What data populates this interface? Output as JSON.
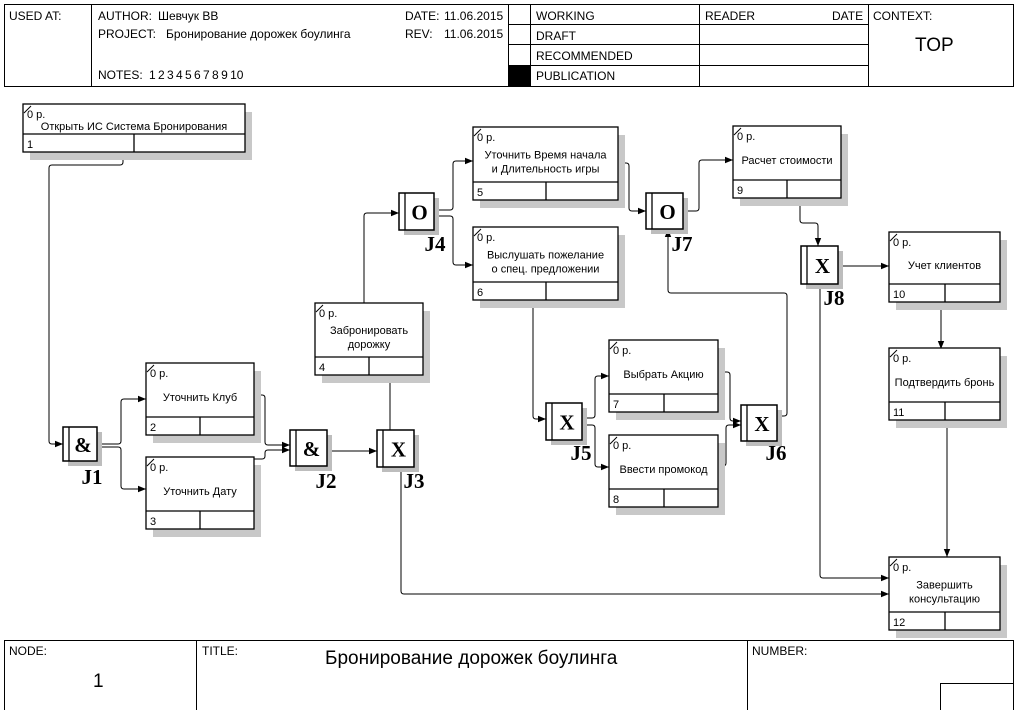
{
  "header": {
    "used_at_label": "USED AT:",
    "author_label": "AUTHOR:",
    "author": "Шевчук ВВ",
    "project_label": "PROJECT:",
    "project": "Бронирование дорожек боулинга",
    "notes_label": "NOTES:",
    "notes": "1  2  3  4  5  6  7  8  9  10",
    "date_label": "DATE:",
    "date": "11.06.2015",
    "rev_label": "REV:",
    "rev": "11.06.2015",
    "status": [
      "WORKING",
      "DRAFT",
      "RECOMMENDED",
      "PUBLICATION"
    ],
    "reader_label": "READER",
    "reader_date_label": "DATE",
    "context_label": "CONTEXT:",
    "context_value": "TOP"
  },
  "boxes": [
    {
      "id": "1",
      "cost": "0 р.",
      "lines": [
        "Открыть ИС Система Бронирования"
      ],
      "number": "1"
    },
    {
      "id": "2",
      "cost": "0 р.",
      "lines": [
        "Уточнить Клуб"
      ],
      "number": "2"
    },
    {
      "id": "3",
      "cost": "0 р.",
      "lines": [
        "Уточнить Дату"
      ],
      "number": "3"
    },
    {
      "id": "4",
      "cost": "0 р.",
      "lines": [
        "Забронировать",
        "дорожку"
      ],
      "number": "4"
    },
    {
      "id": "5",
      "cost": "0 р.",
      "lines": [
        "Уточнить Время начала",
        "и Длительность игры"
      ],
      "number": "5"
    },
    {
      "id": "6",
      "cost": "0 р.",
      "lines": [
        "Выслушать пожелание",
        "о спец. предложении"
      ],
      "number": "6"
    },
    {
      "id": "7",
      "cost": "0 р.",
      "lines": [
        "Выбрать Акцию"
      ],
      "number": "7"
    },
    {
      "id": "8",
      "cost": "0 р.",
      "lines": [
        "Ввести промокод"
      ],
      "number": "8"
    },
    {
      "id": "9",
      "cost": "0 р.",
      "lines": [
        "Расчет стоимости"
      ],
      "number": "9"
    },
    {
      "id": "10",
      "cost": "0 р.",
      "lines": [
        "Учет клиентов"
      ],
      "number": "10"
    },
    {
      "id": "11",
      "cost": "0 р.",
      "lines": [
        "Подтвердить бронь"
      ],
      "number": "11"
    },
    {
      "id": "12",
      "cost": "0 р.",
      "lines": [
        "Завершить",
        "консультацию"
      ],
      "number": "12"
    }
  ],
  "junctions": [
    {
      "id": "J1",
      "symbol": "&",
      "label": "J1"
    },
    {
      "id": "J2",
      "symbol": "&",
      "label": "J2"
    },
    {
      "id": "J3",
      "symbol": "X",
      "label": "J3"
    },
    {
      "id": "J4",
      "symbol": "O",
      "label": "J4"
    },
    {
      "id": "J5",
      "symbol": "X",
      "label": "J5"
    },
    {
      "id": "J6",
      "symbol": "X",
      "label": "J6"
    },
    {
      "id": "J7",
      "symbol": "O",
      "label": "J7"
    },
    {
      "id": "J8",
      "symbol": "X",
      "label": "J8"
    }
  ],
  "footer": {
    "node_label": "NODE:",
    "node_value": "1",
    "title_label": "TITLE:",
    "title": "Бронирование дорожек боулинга",
    "number_label": "NUMBER:"
  }
}
